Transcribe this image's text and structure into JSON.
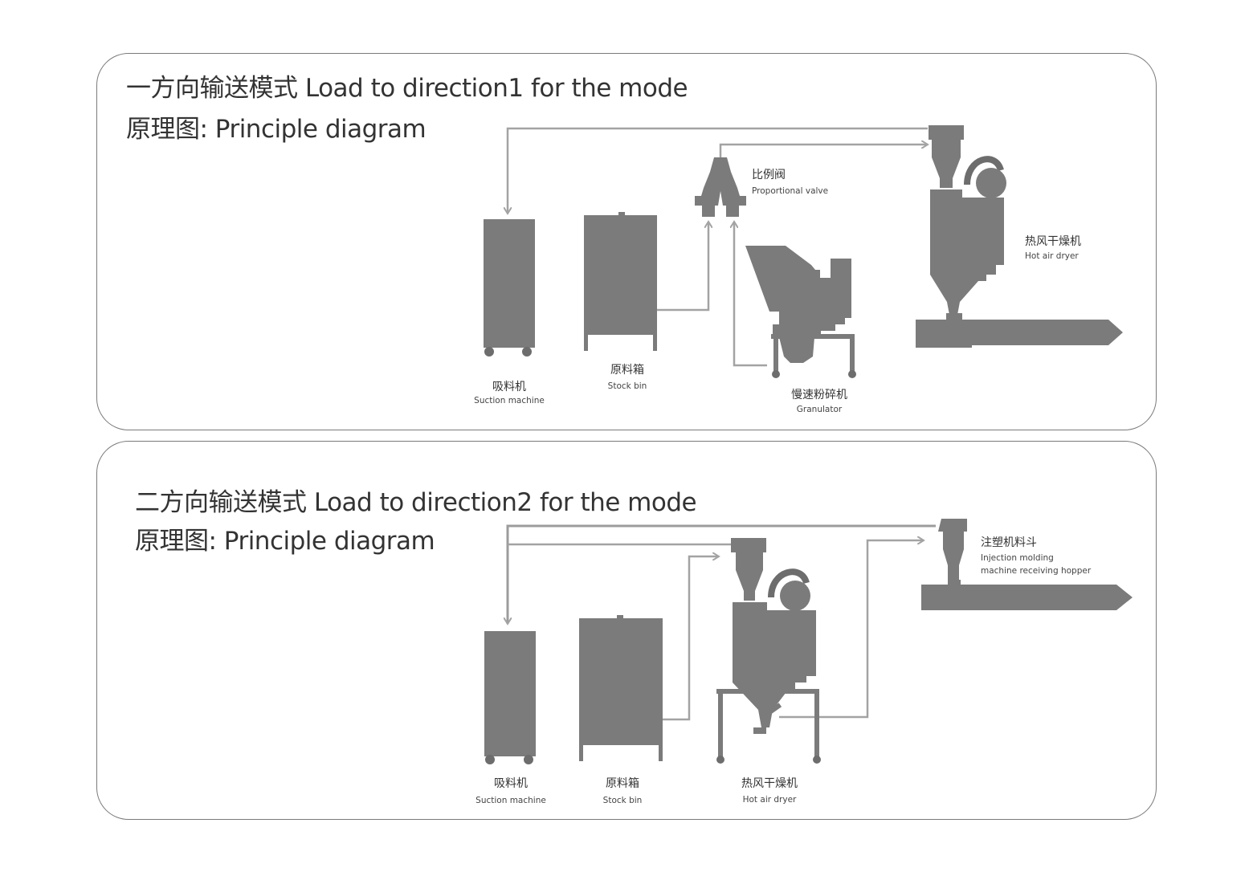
{
  "panels": [
    {
      "title_line1": "一方向输送模式 Load to direction1 for the mode",
      "title_line2": "原理图: Principle diagram",
      "labels": {
        "proportional_valve_zh": "比例阀",
        "proportional_valve_en": "Proportional valve",
        "hot_air_dryer_zh": "热风干燥机",
        "hot_air_dryer_en": "Hot air dryer",
        "suction_machine_zh": "吸料机",
        "suction_machine_en": "Suction machine",
        "stock_bin_zh": "原料箱",
        "stock_bin_en": "Stock bin",
        "granulator_zh": "慢速粉碎机",
        "granulator_en": "Granulator"
      }
    },
    {
      "title_line1": "二方向输送模式 Load to direction2 for the mode",
      "title_line2": "原理图: Principle diagram",
      "labels": {
        "hopper_zh": "注塑机料斗",
        "hopper_en_line1": "Injection molding",
        "hopper_en_line2": "machine receiving hopper",
        "suction_machine_zh": "吸料机",
        "suction_machine_en": "Suction machine",
        "stock_bin_zh": "原料箱",
        "stock_bin_en": "Stock bin",
        "hot_air_dryer_zh": "热风干燥机",
        "hot_air_dryer_en": "Hot air dryer"
      }
    }
  ],
  "colors": {
    "machine": "#7b7b7b",
    "pipe": "#a3a3a3",
    "border": "#7a7a7a"
  }
}
